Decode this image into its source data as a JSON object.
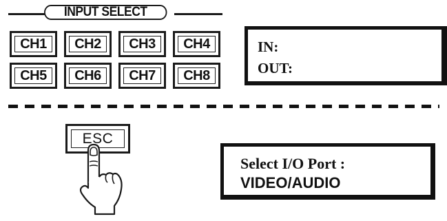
{
  "input_select": {
    "title": "INPUT SELECT",
    "channels": [
      "CH1",
      "CH2",
      "CH3",
      "CH4",
      "CH5",
      "CH6",
      "CH7",
      "CH8"
    ]
  },
  "io_display": {
    "in_label": "IN:",
    "out_label": "OUT:"
  },
  "esc": {
    "label": "ESC",
    "pointer_icon": "pointing-hand-icon"
  },
  "port_display": {
    "line1": "Select I/O Port :",
    "line2": "VIDEO/AUDIO"
  },
  "colors": {
    "ink": "#111111",
    "background": "#ffffff"
  }
}
